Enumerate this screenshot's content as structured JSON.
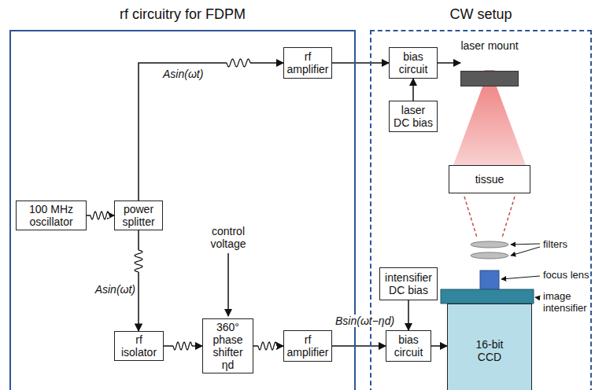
{
  "diagram": {
    "nodes": [
      {
        "text": [
          "rf circuitry for FDPM"
        ]
      },
      {
        "text": [
          "CW setup"
        ]
      },
      {
        "text": [
          "100 MHz oscillator"
        ],
        "in": 0
      },
      {
        "text": [
          "power splitter"
        ],
        "in": 0
      },
      {
        "text": [
          "rf amplifier"
        ],
        "in": 0
      },
      {
        "text": [
          "rf isolator"
        ],
        "in": 0
      },
      {
        "text": [
          "360° phase shifter",
          "ηd"
        ],
        "in": 0
      },
      {
        "text": [
          "rf amplifier"
        ],
        "in": 0
      },
      {
        "text": [
          "bias circuit"
        ],
        "in": 1
      },
      {
        "text": [
          "laser DC bias"
        ],
        "in": 1
      },
      {
        "text": [
          "laser mount"
        ],
        "in": 1
      },
      {
        "text": [
          "tissue"
        ],
        "in": 1
      },
      {
        "text": [
          "intensifier DC bias"
        ],
        "in": 1
      },
      {
        "text": [
          "bias circuit"
        ],
        "in": 1
      },
      {
        "text": [
          "16-bit CCD"
        ],
        "in": 1
      }
    ],
    "edges": [
      {
        "from": 2,
        "to": 3,
        "arrow": "to"
      },
      {
        "from": 3,
        "to": 4,
        "label": "Asin(ωt)",
        "arrow": "to"
      },
      {
        "from": 4,
        "to": 8,
        "arrow": "to"
      },
      {
        "from": 9,
        "to": 8,
        "arrow": "to"
      },
      {
        "from": 8,
        "to": 10,
        "arrow": "to"
      },
      {
        "from": 3,
        "to": 5,
        "label": "Asin(ωt)",
        "arrow": "to"
      },
      {
        "from": 5,
        "to": 6,
        "arrow": "to"
      },
      {
        "from": 6,
        "to": 7,
        "arrow": "to"
      },
      {
        "from": 7,
        "to": 13,
        "label": "Bsin(ωt−ηd)",
        "arrow": "to"
      },
      {
        "from": 12,
        "to": 13,
        "arrow": "to"
      },
      {
        "from": 13,
        "to": 14,
        "arrow": "to"
      }
    ],
    "labels": [
      "control voltage",
      "filters",
      "focus lens",
      "image intensifier"
    ]
  }
}
